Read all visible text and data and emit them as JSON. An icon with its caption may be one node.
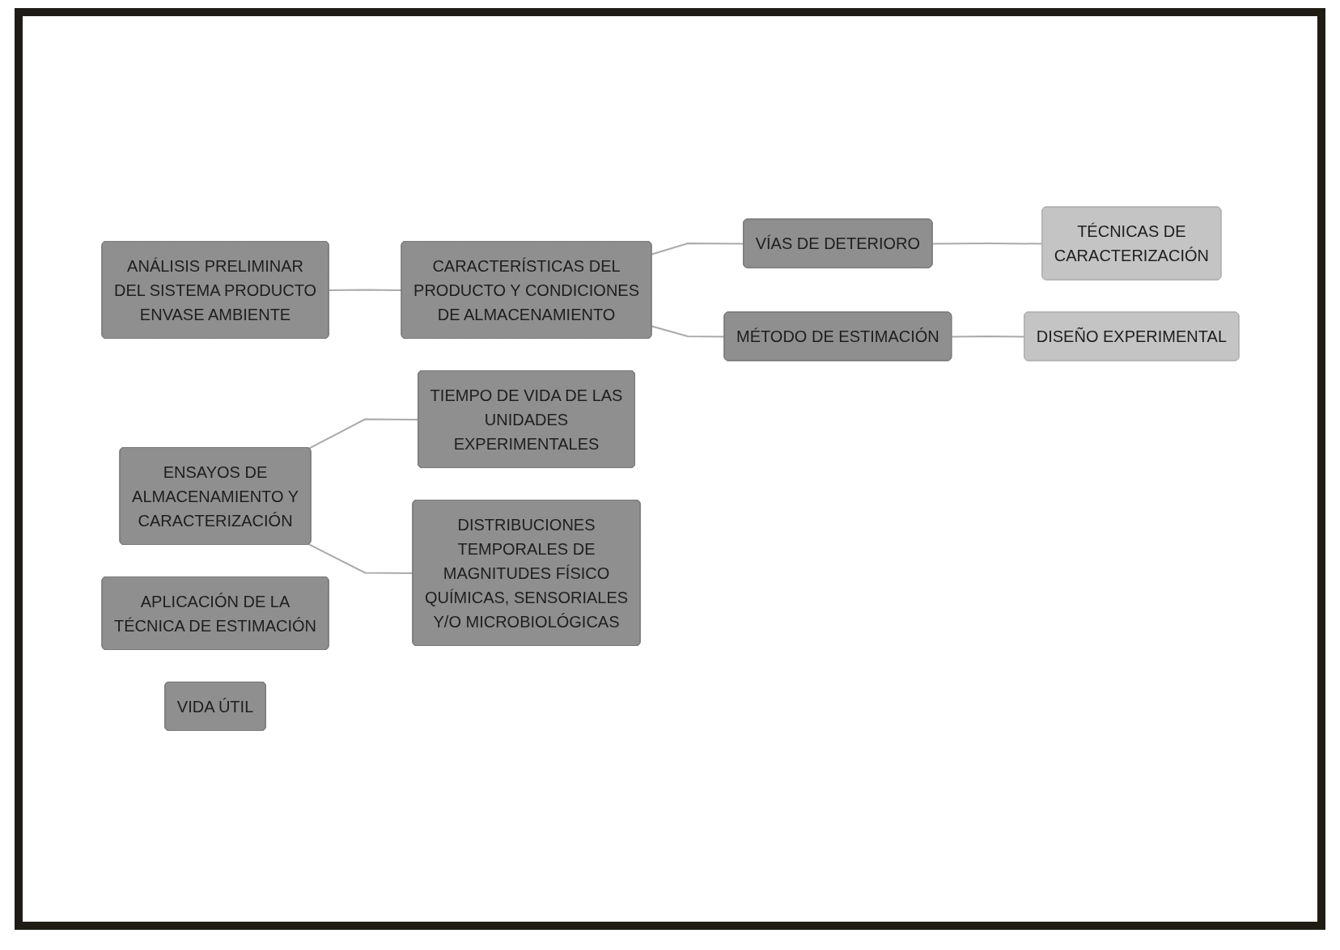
{
  "diagram": {
    "nodes": [
      {
        "text": [
          "ANÁLISIS PRELIMINAR DEL SISTEMA PRODUCTO ENVASE AMBIENTE"
        ]
      },
      {
        "text": [
          "CARACTERÍSTICAS DEL PRODUCTO Y CONDICIONES DE ALMACENAMIENTO"
        ]
      },
      {
        "text": [
          "VÍAS DE DETERIORO"
        ]
      },
      {
        "text": [
          "TÉCNICAS DE CARACTERIZACIÓN"
        ]
      },
      {
        "text": [
          "MÉTODO DE ESTIMACIÓN"
        ]
      },
      {
        "text": [
          "DISEÑO EXPERIMENTAL"
        ]
      },
      {
        "text": [
          "TIEMPO DE VIDA DE LAS UNIDADES EXPERIMENTALES"
        ]
      },
      {
        "text": [
          "ENSAYOS DE ALMACENAMIENTO Y CARACTERIZACIÓN"
        ]
      },
      {
        "text": [
          "DISTRIBUCIONES TEMPORALES DE MAGNITUDES FÍSICO QUÍMICAS, SENSORIALES Y/O MICROBIOLÓGICAS"
        ]
      },
      {
        "text": [
          "APLICACIÓN DE LA TÉCNICA DE ESTIMACIÓN"
        ]
      },
      {
        "text": [
          "VIDA ÚTIL"
        ]
      }
    ],
    "edges": [
      {
        "from": 0,
        "to": 1,
        "arrow": "none"
      },
      {
        "from": 1,
        "to": 2,
        "arrow": "none"
      },
      {
        "from": 1,
        "to": 4,
        "arrow": "none"
      },
      {
        "from": 2,
        "to": 3,
        "arrow": "none"
      },
      {
        "from": 4,
        "to": 5,
        "arrow": "none"
      },
      {
        "from": 7,
        "to": 6,
        "arrow": "none"
      },
      {
        "from": 7,
        "to": 8,
        "arrow": "none"
      }
    ]
  }
}
